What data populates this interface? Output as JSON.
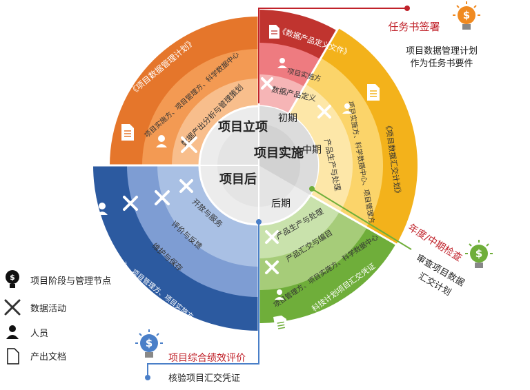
{
  "center": {
    "initiation": "项目立项",
    "implementation": "项目实施",
    "post": "项目后"
  },
  "phases": {
    "early": "初期",
    "mid": "中期",
    "late": "后期"
  },
  "sectors": {
    "initiation": {
      "doc": "《项目数据管理计划》",
      "people": "项目实施方、项目管理方、科学数据中心",
      "activity": "数据产出分析与管理策划"
    },
    "early": {
      "doc": "《数据产品定义文件》",
      "people": "项目实施方",
      "activity": "数据产品定义"
    },
    "mid": {
      "doc": "《项目数据汇交计划》",
      "people": "项目实施方、科学数据中心、项目管理方",
      "activity": "产品生产与处理"
    },
    "late": {
      "doc": "科技计划项目汇交凭证",
      "people": "项目管理方、项目实施方、科学数据中心",
      "activity1": "产品生产与处理",
      "activity2": "产品汇交与编目"
    },
    "post": {
      "people": "科学数据中心、项目管理方、项目实施方",
      "activity1": "开放与服务",
      "activity2": "评价与反馈",
      "activity3": "维护与保存"
    }
  },
  "milestones": {
    "contract": {
      "title": "任务书签署",
      "desc1": "项目数据管理计划",
      "desc2": "作为任务书要件"
    },
    "midterm": {
      "title": "年度/中期检查",
      "desc1": "审查项目数据",
      "desc2": "汇交计划"
    },
    "final": {
      "title": "项目综合绩效评价",
      "desc1": "核验项目汇交凭证"
    }
  },
  "legend": {
    "milestone": "项目阶段与管理节点",
    "activity": "数据活动",
    "person": "人员",
    "document": "产出文档"
  },
  "colors": {
    "orange": "#E5762B",
    "red": "#C0342F",
    "yellow": "#F3B21B",
    "green": "#6FAE3A",
    "blue": "#2C5AA0",
    "milestone_red": "#C0222A"
  }
}
